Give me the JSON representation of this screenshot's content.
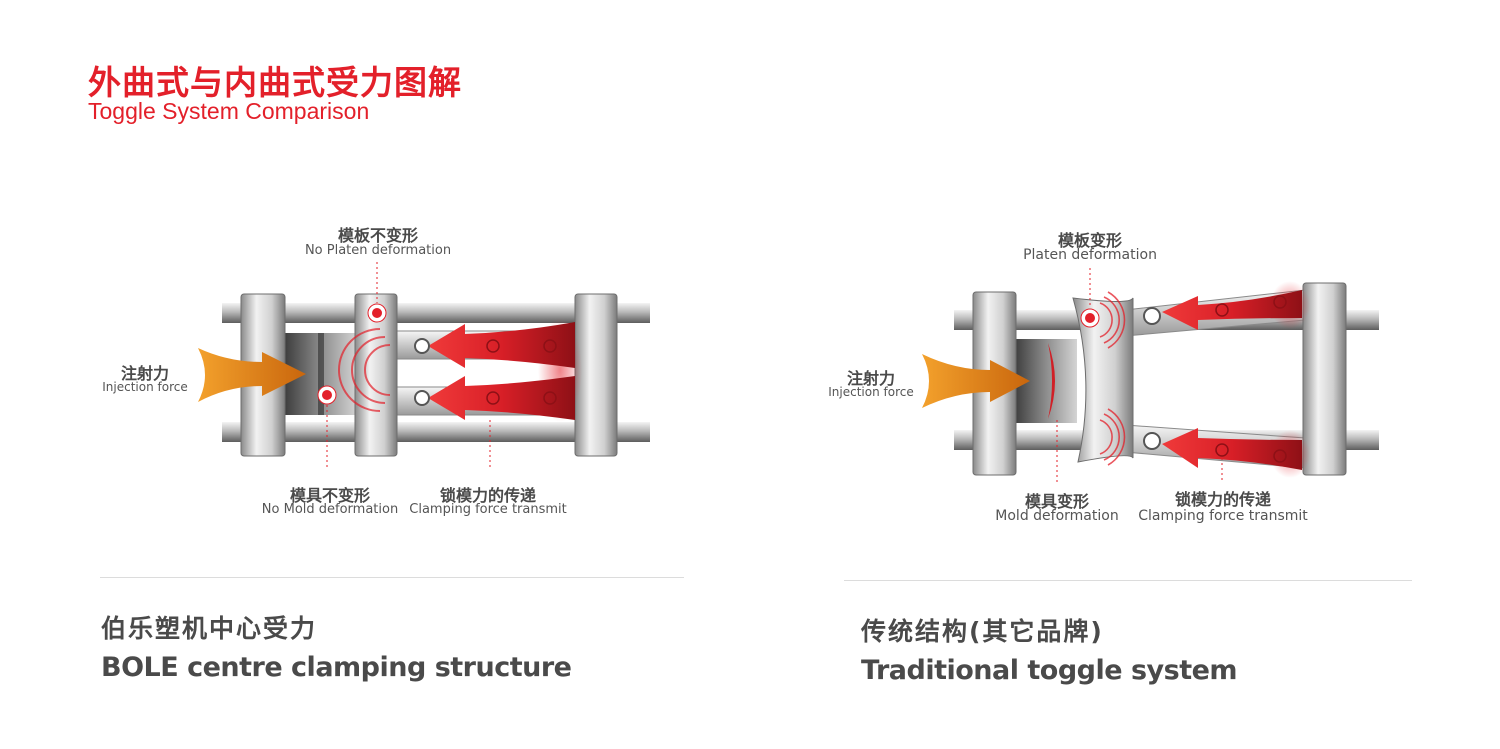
{
  "header": {
    "title_zh": "外曲式与内曲式受力图解",
    "title_en": "Toggle System Comparison"
  },
  "left": {
    "top_label_zh": "模板不变形",
    "top_label_en": "No Platen deformation",
    "force_label_zh": "注射力",
    "force_label_en": "Injection force",
    "mold_label_zh": "模具不变形",
    "mold_label_en": "No Mold  deformation",
    "clamp_label_zh": "锁模力的传递",
    "clamp_label_en": "Clamping force transmit",
    "caption_zh": "伯乐塑机中心受力",
    "caption_en": "BOLE centre clamping structure"
  },
  "right": {
    "top_label_zh": "模板变形",
    "top_label_en": "Platen deformation",
    "force_label_zh": "注射力",
    "force_label_en": "Injection force",
    "mold_label_zh": "模具变形",
    "mold_label_en": "Mold  deformation",
    "clamp_label_zh": "锁模力的传递",
    "clamp_label_en": "Clamping force transmit",
    "caption_zh": "传统结构(其它品牌)",
    "caption_en": "Traditional toggle system"
  },
  "colors": {
    "accent_red": "#e3202a",
    "arrow_orange": "#e88a1a",
    "text_gray": "#4a4a4a"
  }
}
